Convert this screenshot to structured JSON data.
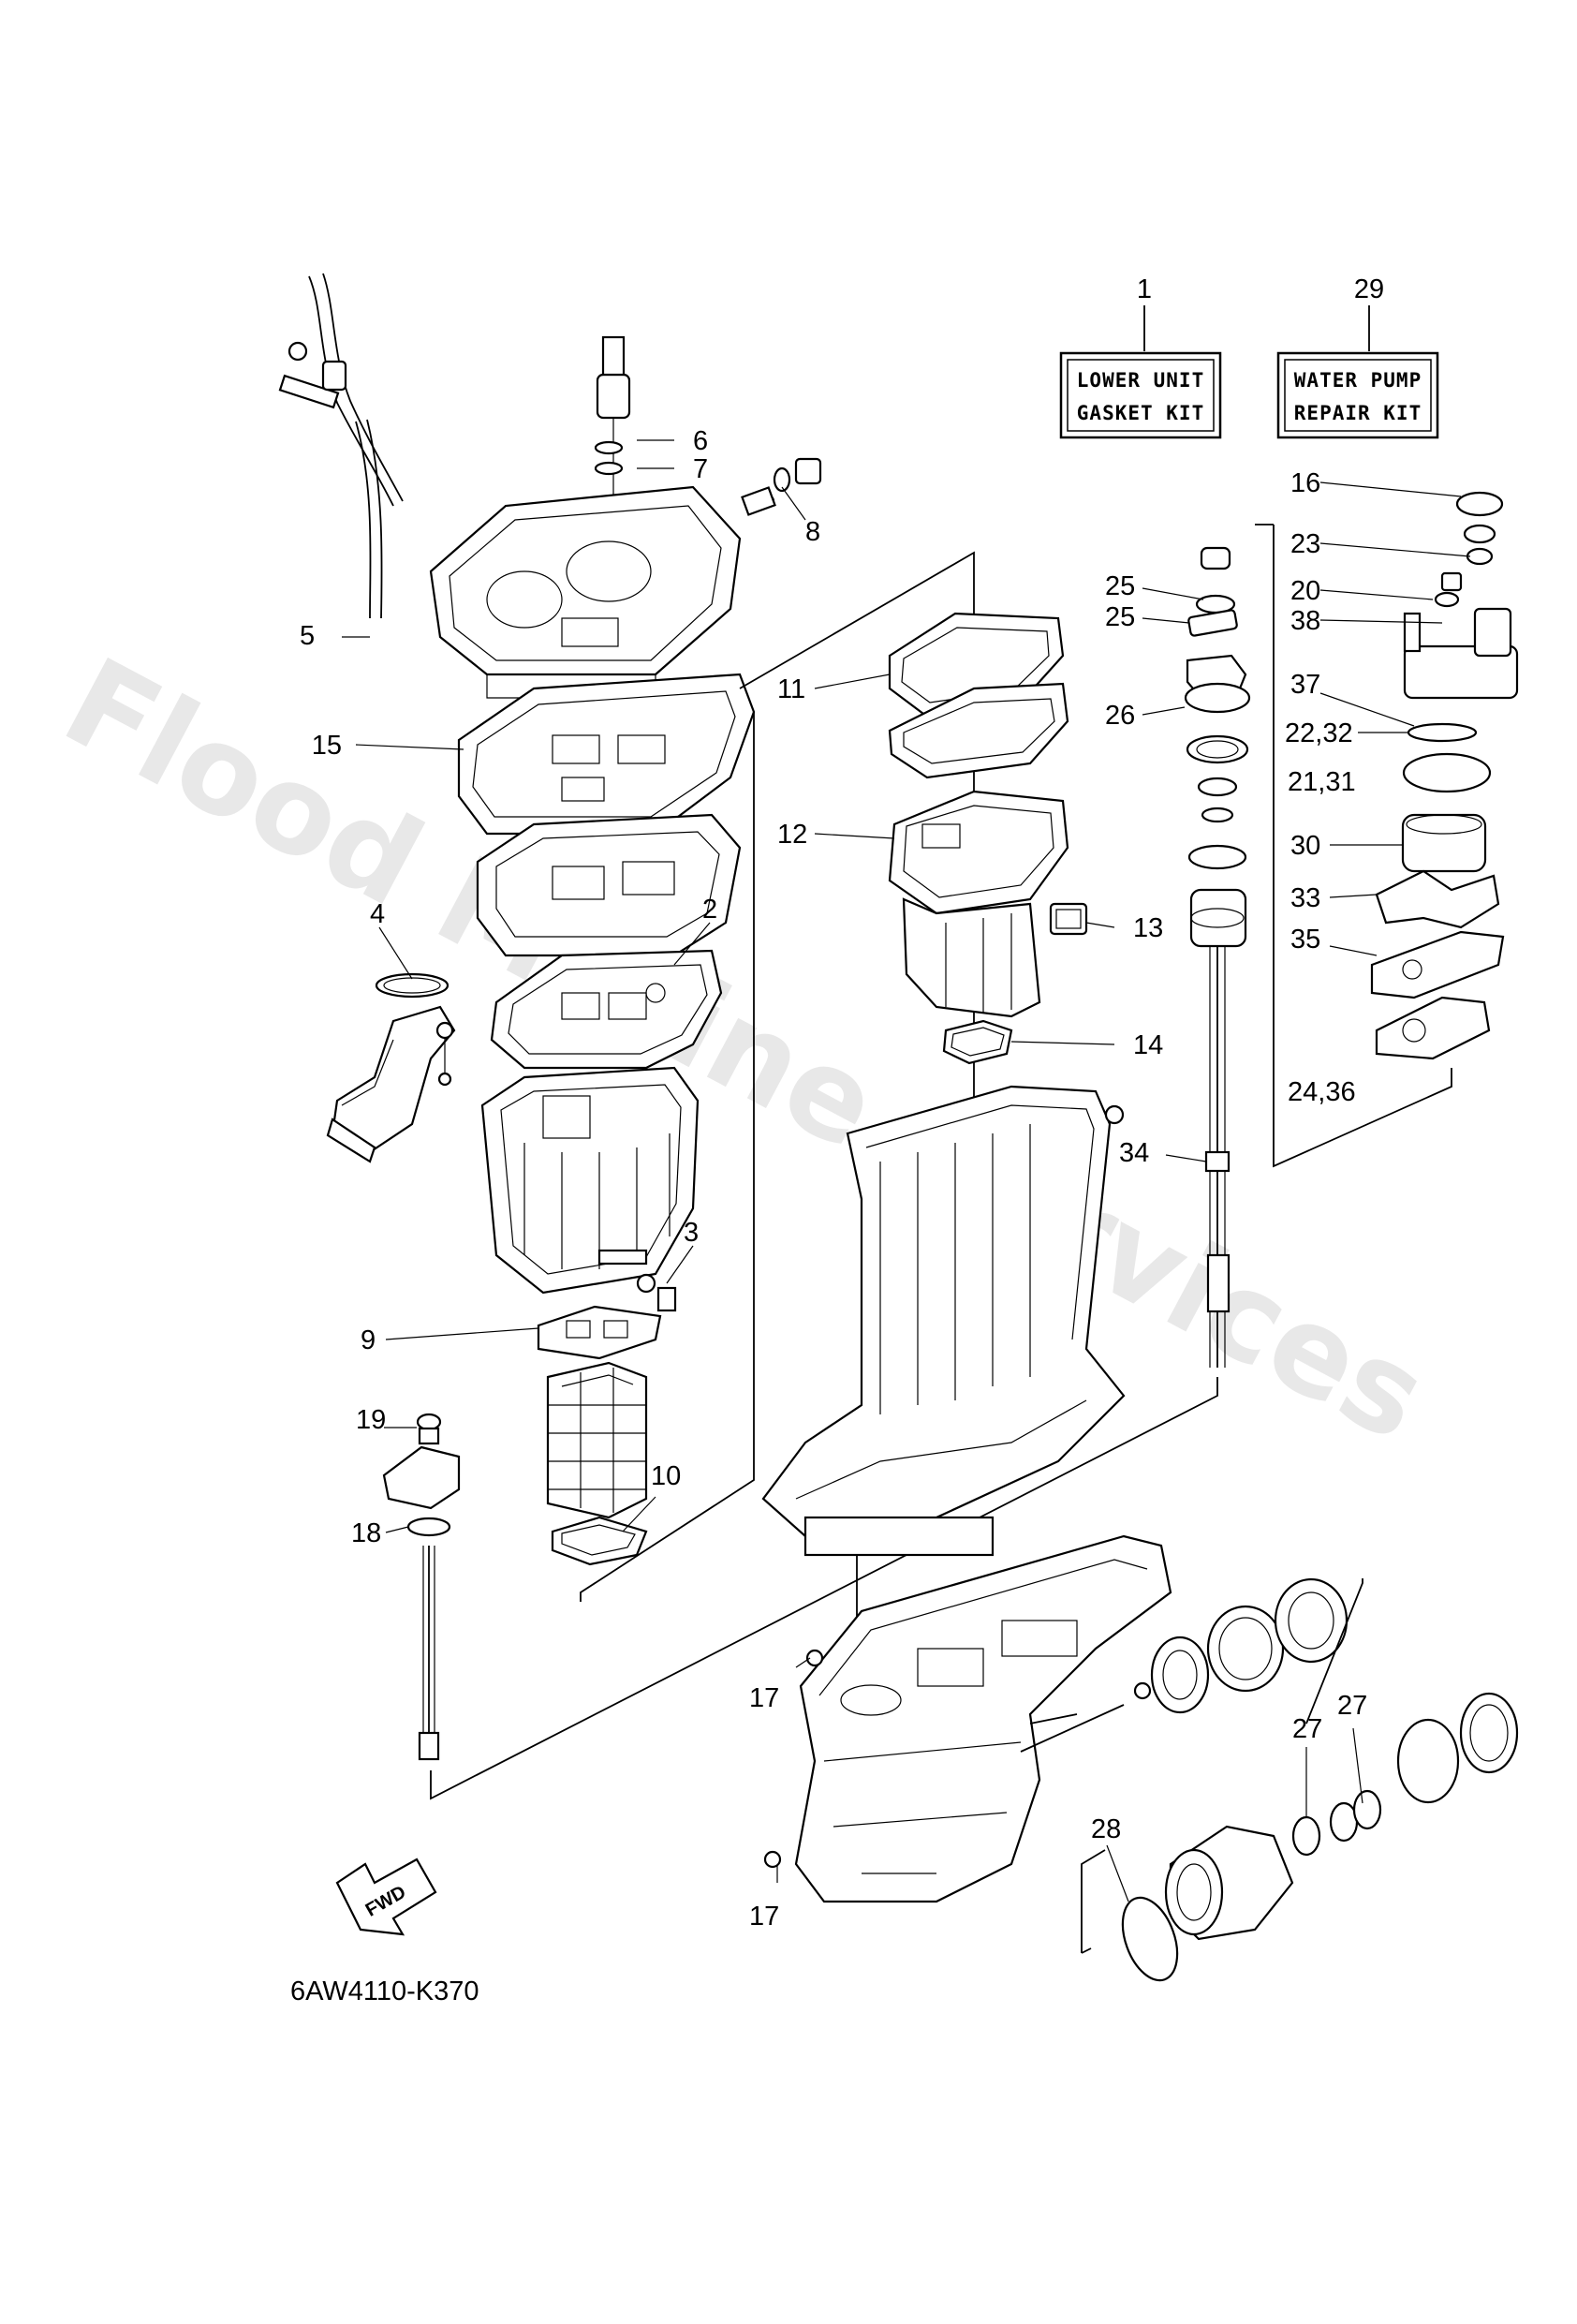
{
  "watermark": "Flood Marine Services",
  "diagram_code": "6AW4110-K370",
  "kits": {
    "lower_unit": {
      "ref": "1",
      "line1": "LOWER UNIT",
      "line2": "GASKET KIT"
    },
    "water_pump": {
      "ref": "29",
      "line1": "WATER PUMP",
      "line2": "REPAIR KIT"
    }
  },
  "fwd_label": "FWD",
  "callouts": {
    "c2": "2",
    "c3": "3",
    "c4": "4",
    "c5": "5",
    "c6": "6",
    "c7": "7",
    "c8": "8",
    "c9": "9",
    "c10": "10",
    "c11": "11",
    "c12": "12",
    "c13": "13",
    "c14": "14",
    "c15": "15",
    "c16": "16",
    "c17a": "17",
    "c17b": "17",
    "c18": "18",
    "c19": "19",
    "c20": "20",
    "c21_31": "21,31",
    "c22_32": "22,32",
    "c23": "23",
    "c24_36": "24,36",
    "c25a": "25",
    "c25b": "25",
    "c26": "26",
    "c27a": "27",
    "c27b": "27",
    "c28": "28",
    "c30": "30",
    "c33": "33",
    "c34": "34",
    "c35": "35",
    "c37": "37",
    "c38": "38"
  }
}
